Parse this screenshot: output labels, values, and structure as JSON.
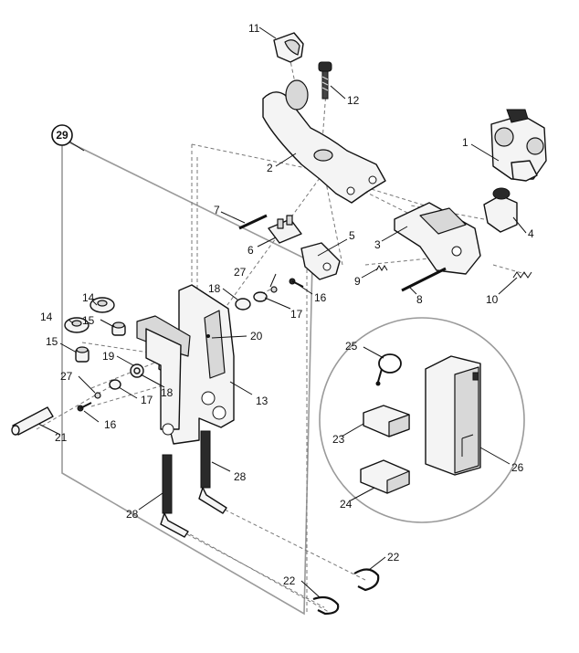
{
  "kit_number": "29",
  "callouts": {
    "c1": "1",
    "c2": "2",
    "c3": "3",
    "c4": "4",
    "c5": "5",
    "c6": "6",
    "c7": "7",
    "c8": "8",
    "c9": "9",
    "c10": "10",
    "c11": "11",
    "c12": "12",
    "c13": "13",
    "c14a": "14",
    "c14b": "14",
    "c15a": "15",
    "c15b": "15",
    "c16a": "16",
    "c16b": "16",
    "c17a": "17",
    "c17b": "17",
    "c18a": "18",
    "c18b": "18",
    "c19": "19",
    "c20": "20",
    "c21": "21",
    "c22a": "22",
    "c22b": "22",
    "c23": "23",
    "c24": "24",
    "c25": "25",
    "c26": "26",
    "c27a": "27",
    "c27b": "27",
    "c28a": "28",
    "c28b": "28"
  }
}
